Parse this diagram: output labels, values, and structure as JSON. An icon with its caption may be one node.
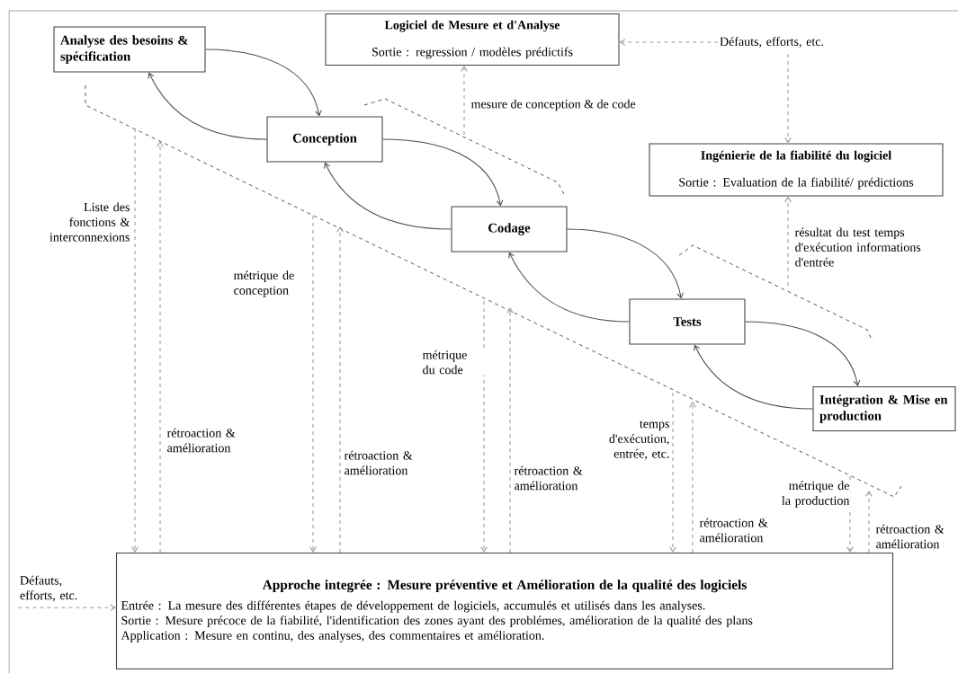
{
  "diagram": {
    "nodes": [
      {
        "text": [
          "Analyse des besoins & spécification"
        ]
      },
      {
        "text": [
          "Logiciel de Mesure et d'Analyse",
          "Sortie : regression / modèles prédictifs"
        ]
      },
      {
        "text": [
          "Conception"
        ]
      },
      {
        "text": [
          "Codage"
        ]
      },
      {
        "text": [
          "Ingénierie de la fiabilité du logiciel",
          "Sortie : Evaluation de la fiabilité/ prédictions"
        ]
      },
      {
        "text": [
          "Tests"
        ]
      },
      {
        "text": [
          "Intégration & Mise en production"
        ]
      },
      {
        "text": [
          "Approche integrée : Mesure préventive et Amélioration de la qualité des logiciels",
          "Entrée : La mesure des différentes étapes de développement de logiciels, accumulés et utilisés dans les analyses.",
          "Sortie : Mesure précoce de la fiabilité, l'identification des zones ayant des problémes, amélioration de la qualité des plans",
          "Application : Mesure en continu, des analyses, des commentaires et amélioration."
        ]
      },
      {
        "text": [
          "Défauts, efforts, etc."
        ]
      },
      {
        "text": [
          "Défauts, efforts, etc."
        ]
      }
    ],
    "edges": [
      {
        "from": 0,
        "to": 2,
        "arrow": "to"
      },
      {
        "from": 2,
        "to": 0,
        "arrow": "to"
      },
      {
        "from": 2,
        "to": 3,
        "arrow": "to"
      },
      {
        "from": 3,
        "to": 2,
        "arrow": "to"
      },
      {
        "from": 3,
        "to": 5,
        "arrow": "to"
      },
      {
        "from": 5,
        "to": 3,
        "arrow": "to"
      },
      {
        "from": 5,
        "to": 6,
        "arrow": "to"
      },
      {
        "from": 6,
        "to": 5,
        "arrow": "to"
      },
      {
        "from": 8,
        "to": 1,
        "arrow": "to",
        "style": "dashed",
        "color": "#9a9a9a"
      },
      {
        "from": 8,
        "to": 4,
        "arrow": "to",
        "style": "dashed",
        "color": "#9a9a9a"
      },
      {
        "from": null,
        "to": 1,
        "arrow": "to",
        "label": "mesure de conception & de code",
        "style": "dashed",
        "color": "#9a9a9a"
      },
      {
        "from": null,
        "to": 4,
        "arrow": "to",
        "label": "résultat du test temps d'exécution informations d'entrée",
        "style": "dashed",
        "color": "#9a9a9a"
      },
      {
        "from": null,
        "to": 7,
        "arrow": "to",
        "label": "Liste des fonctions & interconnexions",
        "style": "dashed",
        "color": "#9a9a9a"
      },
      {
        "from": 7,
        "to": null,
        "arrow": "to",
        "label": "rétroaction & amélioration",
        "style": "dashed",
        "color": "#9a9a9a"
      },
      {
        "from": null,
        "to": 7,
        "arrow": "to",
        "label": "métrique de conception",
        "style": "dashed",
        "color": "#9a9a9a"
      },
      {
        "from": 7,
        "to": null,
        "arrow": "to",
        "label": "rétroaction & amélioration",
        "style": "dashed",
        "color": "#9a9a9a"
      },
      {
        "from": null,
        "to": 7,
        "arrow": "to",
        "label": "métrique du code",
        "style": "dashed",
        "color": "#9a9a9a"
      },
      {
        "from": 7,
        "to": null,
        "arrow": "to",
        "label": "rétroaction & amélioration",
        "style": "dashed",
        "color": "#9a9a9a"
      },
      {
        "from": null,
        "to": 7,
        "arrow": "to",
        "label": "temps d'exécution, entrée, etc.",
        "style": "dashed",
        "color": "#9a9a9a"
      },
      {
        "from": 7,
        "to": null,
        "arrow": "to",
        "label": "rétroaction & amélioration",
        "style": "dashed",
        "color": "#9a9a9a"
      },
      {
        "from": null,
        "to": 7,
        "arrow": "to",
        "label": "métrique de la production",
        "style": "dashed",
        "color": "#9a9a9a"
      },
      {
        "from": 7,
        "to": null,
        "arrow": "to",
        "label": "rétroaction & amélioration",
        "style": "dashed",
        "color": "#9a9a9a"
      },
      {
        "from": 9,
        "to": 7,
        "arrow": "to",
        "style": "dashed",
        "color": "#9a9a9a"
      }
    ]
  }
}
